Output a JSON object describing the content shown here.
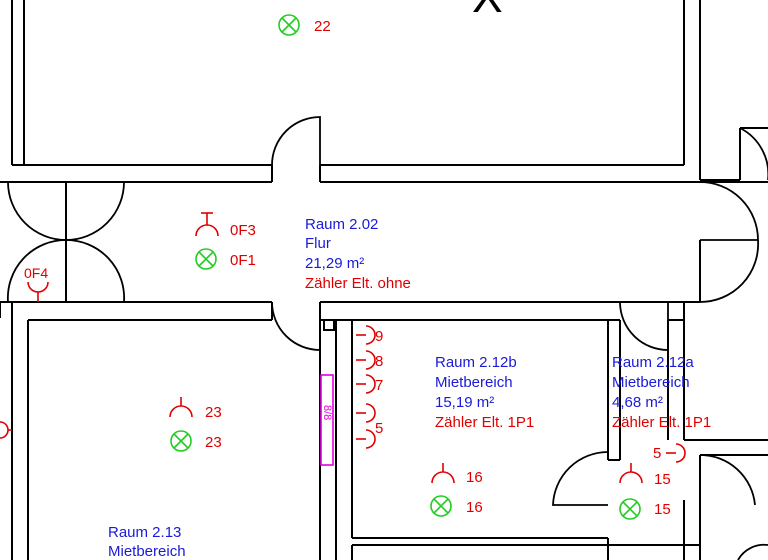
{
  "rooms": {
    "flur": {
      "name": "Raum 2.02",
      "type": "Flur",
      "area": "21,29 m²",
      "meter": "Zähler Elt. ohne"
    },
    "r212b": {
      "name": "Raum 2.12b",
      "type": "Mietbereich",
      "area": "15,19 m²",
      "meter": "Zähler Elt. 1P1"
    },
    "r212a": {
      "name": "Raum 2.12a",
      "type": "Mietbereich",
      "area": "4,68 m²",
      "meter": "Zähler Elt. 1P1"
    },
    "r213": {
      "name": "Raum 2.13",
      "type": "Mietbereich"
    }
  },
  "symbols": {
    "top_lamp": "22",
    "flur_socket": "0F3",
    "flur_lamp": "0F1",
    "left_socket": "0F4",
    "r213_socket": "23",
    "r213_lamp": "23",
    "r212b_sockets": [
      "9",
      "8",
      "7",
      "5"
    ],
    "r212b_socket": "16",
    "r212b_lamp": "16",
    "r212a_socket_wall": "5",
    "r212a_socket": "15",
    "r212a_lamp": "15",
    "distribution_board": "8/8"
  },
  "marker": "X",
  "icons": {
    "socket": "socket-outlet-icon",
    "lamp": "ceiling-light-icon",
    "door": "door-swing-icon"
  },
  "colors": {
    "room_text": "#1a1ad8",
    "electrical": "#e00000",
    "lighting": "#22cc22",
    "board": "#e000e0"
  }
}
